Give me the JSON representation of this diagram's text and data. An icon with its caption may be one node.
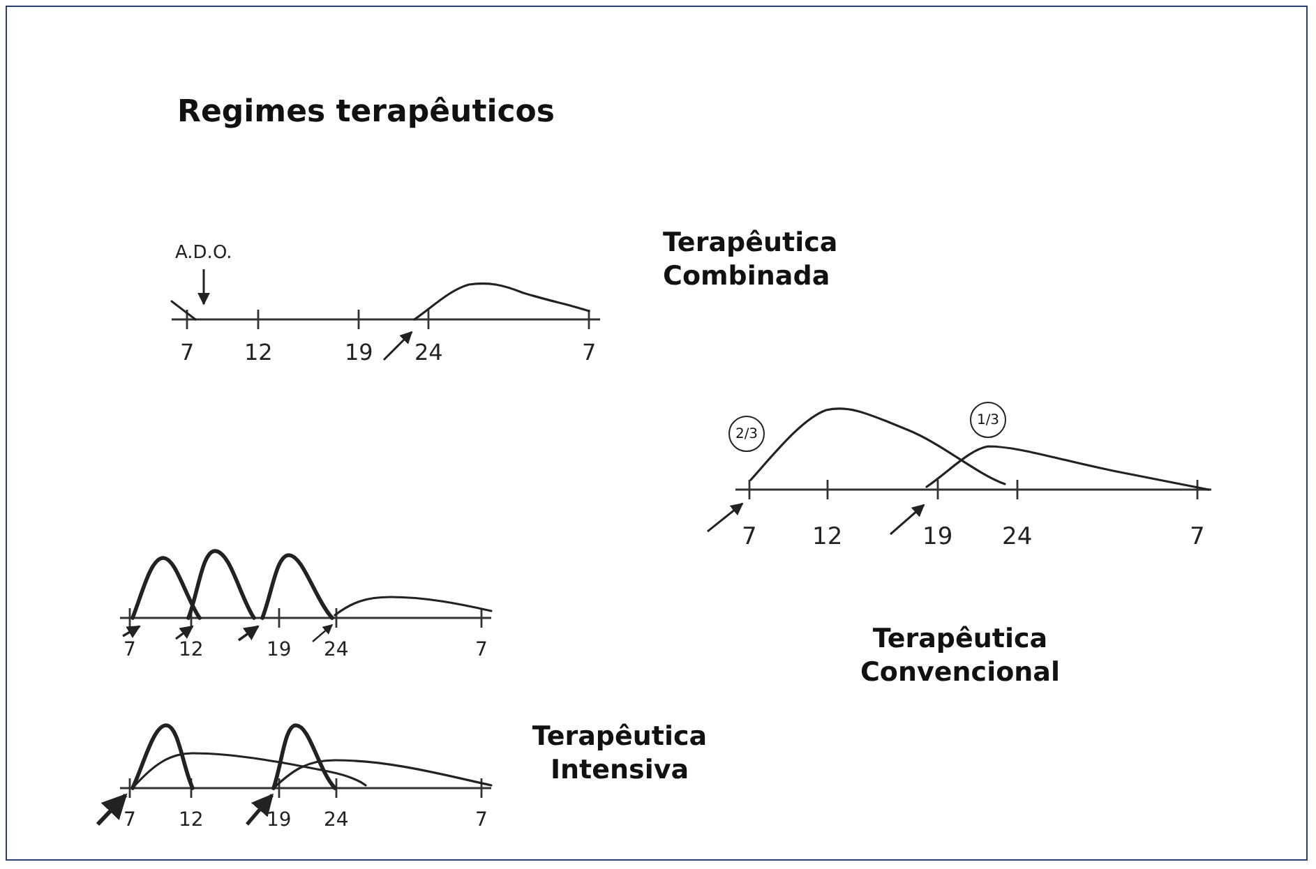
{
  "diagram": {
    "title": "Regimes terapêuticos",
    "nodes": [
      {
        "text": [
          "2/3"
        ]
      },
      {
        "text": [
          "1/3"
        ]
      }
    ],
    "labels": [
      "A.D.O.",
      "7",
      "12",
      "19",
      "24",
      "7",
      "Terapêutica Combinada",
      "7",
      "12",
      "19",
      "24",
      "7",
      "7",
      "12",
      "19",
      "24",
      "7",
      "Terapêutica Convencional",
      "Terapêutica Intensiva",
      "7",
      "12",
      "19",
      "24",
      "7"
    ]
  }
}
